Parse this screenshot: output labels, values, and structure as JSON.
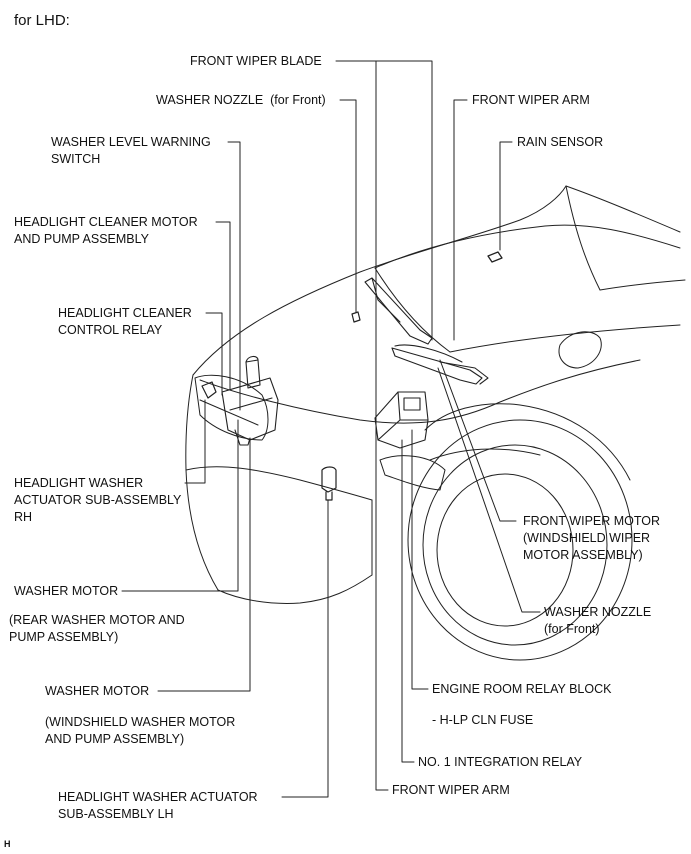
{
  "heading": "for LHD:",
  "corner_code": "H",
  "labels": {
    "front_wiper_blade": "FRONT WIPER BLADE",
    "washer_nozzle_top": "WASHER NOZZLE  (for Front)",
    "front_wiper_arm_top": "FRONT WIPER ARM",
    "rain_sensor": "RAIN SENSOR",
    "washer_level_warning_switch": "WASHER LEVEL WARNING\nSWITCH",
    "headlight_cleaner_motor": "HEADLIGHT CLEANER MOTOR\nAND PUMP ASSEMBLY",
    "headlight_cleaner_relay": "HEADLIGHT CLEANER\nCONTROL RELAY",
    "headlight_washer_rh": "HEADLIGHT WASHER\nACTUATOR SUB-ASSEMBLY\nRH",
    "washer_motor_rear": "WASHER MOTOR",
    "washer_motor_rear_sub": "(REAR WASHER MOTOR AND\nPUMP ASSEMBLY)",
    "washer_motor_ws": "WASHER MOTOR",
    "washer_motor_ws_sub": "(WINDSHIELD WASHER MOTOR\nAND PUMP ASSEMBLY)",
    "headlight_washer_lh": "HEADLIGHT WASHER ACTUATOR\nSUB-ASSEMBLY LH",
    "front_wiper_motor": "FRONT WIPER MOTOR\n(WINDSHIELD WIPER\nMOTOR ASSEMBLY)",
    "washer_nozzle_bottom": "WASHER NOZZLE\n(for Front)",
    "engine_room_relay_block": "ENGINE ROOM RELAY BLOCK",
    "hlp_cln_fuse": "- H-LP CLN FUSE",
    "no1_integration_relay": "NO. 1 INTEGRATION RELAY",
    "front_wiper_arm_bottom": "FRONT WIPER ARM"
  }
}
